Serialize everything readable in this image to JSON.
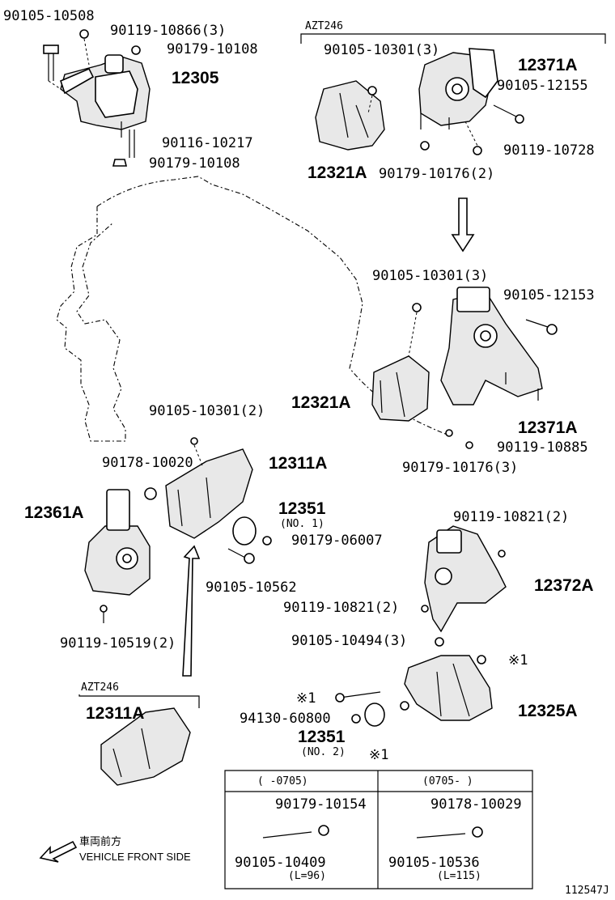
{
  "labels": {
    "p90105_10508": "90105-10508",
    "p90119_10866": "90119-10866(3)",
    "p90179_10108a": "90179-10108",
    "p12305": "12305",
    "p90116_10217": "90116-10217",
    "p90179_10108b": "90179-10108",
    "azt246_top": "AZT246",
    "p90105_10301_3a": "90105-10301(3)",
    "p12371A_top": "12371A",
    "p90105_12155": "90105-12155",
    "p12321A_top": "12321A",
    "p90179_10176_2": "90179-10176(2)",
    "p90119_10728": "90119-10728",
    "p90105_10301_3b": "90105-10301(3)",
    "p90105_12153": "90105-12153",
    "p12321A_mid": "12321A",
    "p12371A_mid": "12371A",
    "p90119_10885": "90119-10885",
    "p90179_10176_3": "90179-10176(3)",
    "p90105_10301_2": "90105-10301(2)",
    "p90178_10020": "90178-10020",
    "p12311A": "12311A",
    "p12361A": "12361A",
    "p12351_1": "12351",
    "no1": "(NO. 1)",
    "p90179_06007": "90179-06007",
    "p90105_10562": "90105-10562",
    "p90119_10519": "90119-10519(2)",
    "p90119_10821a": "90119-10821(2)",
    "p12372A": "12372A",
    "p90119_10821b": "90119-10821(2)",
    "p90105_10494": "90105-10494(3)",
    "mark1_right": "※1",
    "mark1_left": "※1",
    "p12325A": "12325A",
    "p94130_60800": "94130-60800",
    "p12351_2": "12351",
    "no2": "(NO. 2)",
    "azt246_bottom": "AZT246",
    "p12311A_bottom": "12311A",
    "mark1_table": "※1",
    "table_col1_head": "(      -0705)",
    "table_col2_head": "(0705-      )",
    "p90179_10154": "90179-10154",
    "p90178_10029": "90178-10029",
    "p90105_10409": "90105-10409",
    "l96": "(L=96)",
    "p90105_10536": "90105-10536",
    "l115": "(L=115)",
    "front_jp": "車両前方",
    "front_en": "VEHICLE FRONT SIDE",
    "diagram_id": "112547J"
  }
}
